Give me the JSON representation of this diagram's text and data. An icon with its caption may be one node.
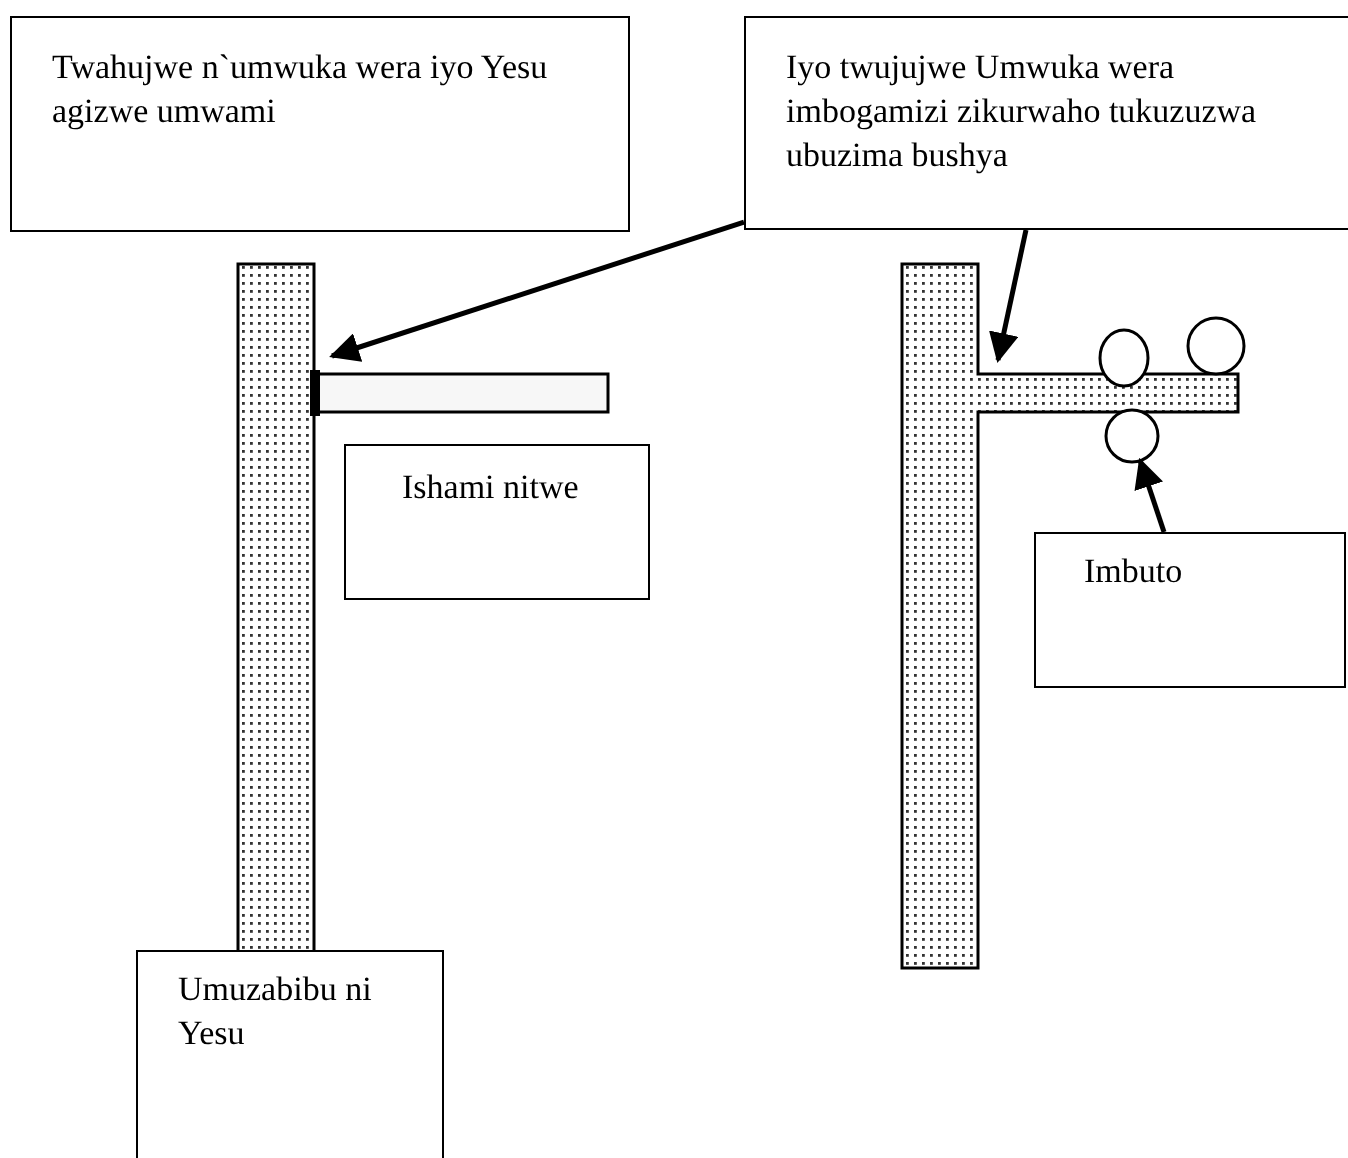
{
  "diagram": {
    "nodes": [
      {
        "text": [
          "Twahujwe n`umwuka wera iyo Yesu agizwe umwami"
        ]
      },
      {
        "text": [
          "Iyo twujujwe Umwuka wera imbogamizi zikurwaho tukuzuzwa ubuzima bushya"
        ]
      },
      {
        "text": [
          "Ishami nitwe"
        ]
      },
      {
        "text": [
          "Imbuto"
        ]
      },
      {
        "text": [
          "Umuzabibu ni Yesu"
        ]
      },
      {
        "text": [],
        "shape": "bar"
      },
      {
        "text": [],
        "shape": "bar"
      },
      {
        "text": [],
        "shape": "bar"
      },
      {
        "text": [],
        "shape": "circle"
      },
      {
        "text": [],
        "shape": "circle"
      },
      {
        "text": [],
        "shape": "circle"
      }
    ],
    "edges": [
      {
        "from": 1,
        "to": 6,
        "arrow": "to"
      },
      {
        "from": 1,
        "to": 7,
        "arrow": "to"
      },
      {
        "from": 3,
        "to": 9,
        "arrow": "to"
      }
    ]
  }
}
